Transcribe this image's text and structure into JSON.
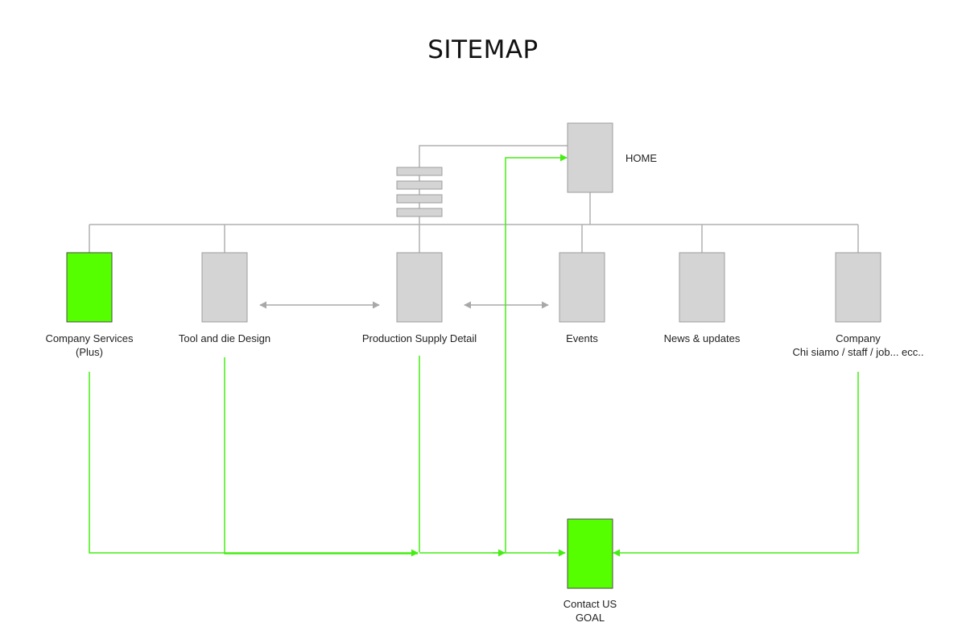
{
  "title": "SITEMAP",
  "colors": {
    "page_box": "#d4d4d4",
    "page_border": "#9c9c9c",
    "goal_box": "#55ff00",
    "tree_line": "#b0b0b0",
    "flow_line": "#44ee11",
    "nav_arrow": "#a8a8a8"
  },
  "home": {
    "label": "HOME"
  },
  "nodes": [
    {
      "id": "company-services",
      "lines": [
        "Company Services",
        "(Plus)"
      ],
      "highlight": true
    },
    {
      "id": "tool-and-die-design",
      "lines": [
        "Tool and die Design"
      ],
      "highlight": false
    },
    {
      "id": "production-supply-detail",
      "lines": [
        "Production Supply Detail"
      ],
      "highlight": false
    },
    {
      "id": "events",
      "lines": [
        "Events"
      ],
      "highlight": false
    },
    {
      "id": "news-updates",
      "lines": [
        "News & updates"
      ],
      "highlight": false
    },
    {
      "id": "company",
      "lines": [
        "Company",
        "Chi siamo / staff / job... ecc.."
      ],
      "highlight": false
    }
  ],
  "goal": {
    "lines": [
      "Contact US",
      "GOAL"
    ]
  }
}
